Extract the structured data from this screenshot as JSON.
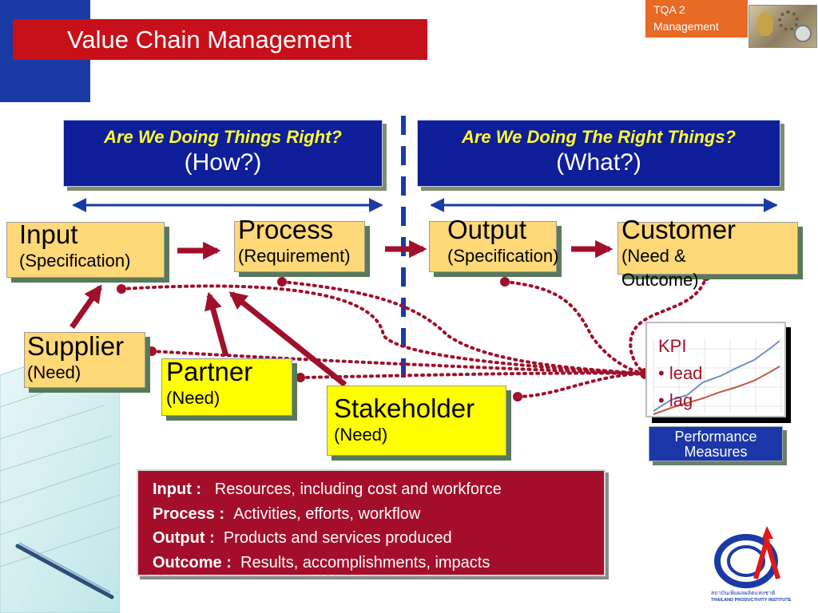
{
  "title": "Value Chain Management",
  "badge": {
    "line1": "TQA 2",
    "line2": "Management"
  },
  "headers": {
    "left": {
      "question": "Are We Doing Things Right?",
      "short": "(How?)"
    },
    "right": {
      "question": "Are We Doing The Right Things?",
      "short": "(What?)"
    }
  },
  "nodes": {
    "input": {
      "main": "Input",
      "sub": "(Specification)"
    },
    "process": {
      "main": "Process",
      "sub": "(Requirement)"
    },
    "output": {
      "main": "Output",
      "sub": "(Specification)"
    },
    "customer": {
      "main": "Customer",
      "sub1": "(Need &",
      "sub2": "Outcome)"
    },
    "supplier": {
      "main": "Supplier",
      "sub": "(Need)"
    },
    "partner": {
      "main": "Partner",
      "sub": "(Need)"
    },
    "stakeholder": {
      "main": "Stakeholder",
      "sub": "(Need)"
    }
  },
  "kpi": {
    "title": "KPI",
    "item1": "• lead",
    "item2": "• lag"
  },
  "performance": {
    "line1": "Performance",
    "line2": "Measures"
  },
  "definitions": [
    {
      "term": "Input :",
      "desc": "Resources, including cost and workforce"
    },
    {
      "term": "Process :",
      "desc": "Activities, efforts, workflow"
    },
    {
      "term": "Output :",
      "desc": "Products and services produced"
    },
    {
      "term": "Outcome :",
      "desc": "Results, accomplishments, impacts"
    }
  ],
  "institute_logo_text": "สถาบันเพิ่มผลผลิตแห่งชาติ THAILAND PRODUCTIVITY INSTITUTE",
  "colors": {
    "title_red": "#c8101a",
    "header_blue": "#0f1e99",
    "question_yellow": "#ffff2e",
    "node_orange": "#ffd878",
    "node_yellow": "#ffff00",
    "link_maroon": "#a0102a",
    "defs_red": "#a50e2a",
    "badge_orange": "#e86a24"
  }
}
